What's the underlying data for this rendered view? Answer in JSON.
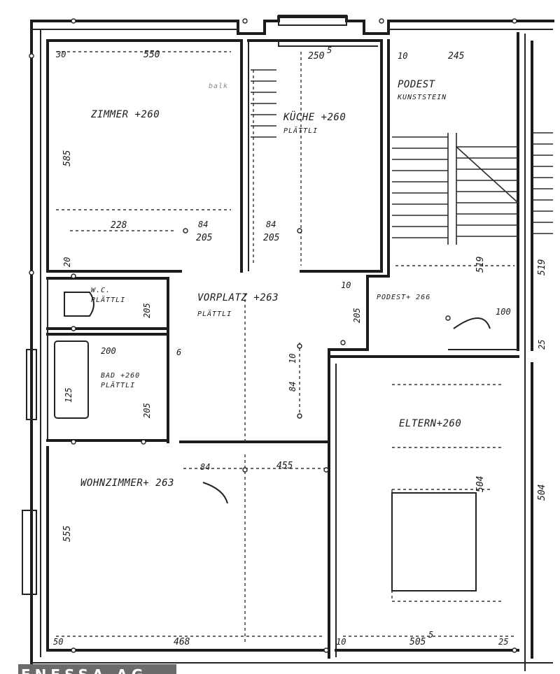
{
  "rooms": {
    "zimmer": {
      "name": "ZIMMER +260"
    },
    "kueche": {
      "name": "KÜCHE +260",
      "floor": "PLÄTTLI"
    },
    "podest_top": {
      "name": "PODEST",
      "floor": "KUNSTSTEIN"
    },
    "wc": {
      "name": "W.C.",
      "floor": "PLÄTTLI"
    },
    "vorplatz": {
      "name": "VORPLATZ +263",
      "floor": "PLÄTTLI"
    },
    "podest_mid": {
      "name": "PODEST+ 266"
    },
    "bad": {
      "name": "BAD +260",
      "floor": "PLÄTTLI"
    },
    "eltern": {
      "name": "ELTERN+260"
    },
    "wohnzimmer": {
      "name": "WOHNZIMMER+ 263"
    }
  },
  "dimensions": {
    "d_30_top": "30",
    "d_550": "550",
    "d_250": "250",
    "d_250_sup": "5",
    "d_10_top": "10",
    "d_245": "245",
    "d_585": "585",
    "d_228": "228",
    "d_84_a": "84",
    "d_205_a": "205",
    "d_84_b": "84",
    "d_205_b": "205",
    "d_519_a": "519",
    "d_519_b": "519",
    "d_10_mid": "10",
    "d_205_c": "205",
    "d_100": "100",
    "d_6": "6",
    "d_200": "200",
    "d_125": "125",
    "d_205_d": "205",
    "d_205_e": "205",
    "d_10_vert": "10",
    "d_84_c": "84",
    "d_504_a": "504",
    "d_504_b": "504",
    "d_84_d": "84",
    "d_455": "455",
    "d_555": "555",
    "d_50": "50",
    "d_468": "468",
    "d_10_bot": "10",
    "d_505": "505",
    "d_505_sup": "5",
    "d_25": "25",
    "d_20": "20",
    "d_25_right": "25"
  },
  "annotation_faint": "balk",
  "stamp": "ENESSA AG"
}
